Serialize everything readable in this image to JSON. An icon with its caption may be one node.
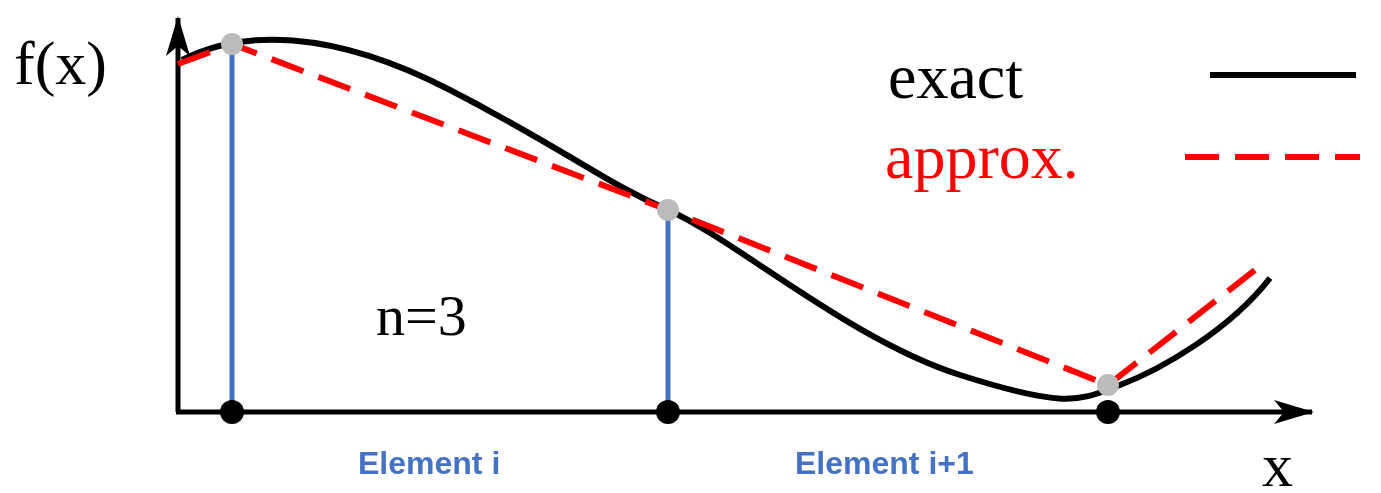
{
  "diagram": {
    "labels": [
      "f(x)",
      "n=3",
      "Element i",
      "Element i+1",
      "x"
    ],
    "legend": [
      {
        "text": "exact"
      },
      {
        "text": "approx."
      }
    ]
  }
}
